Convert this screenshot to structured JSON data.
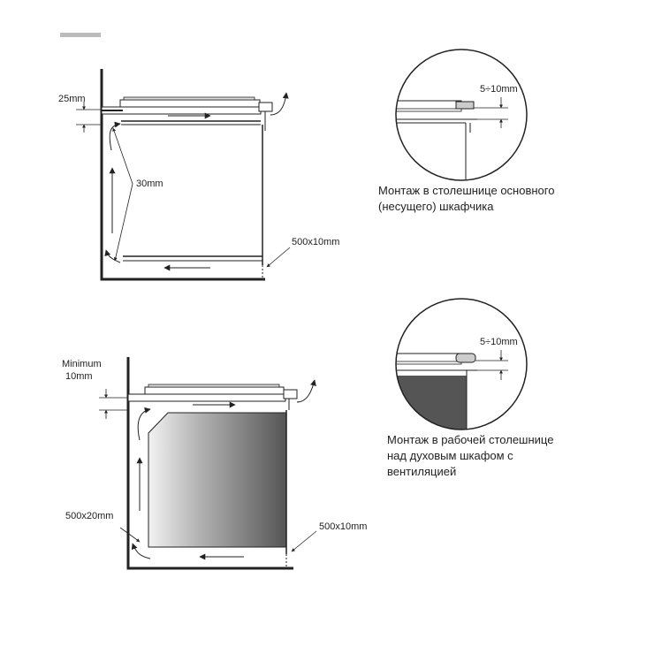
{
  "diagram1": {
    "label_gap": "25mm",
    "label_flow": "30mm",
    "label_vent": "500x10mm"
  },
  "diagram2": {
    "label_min_1": "Minimum",
    "label_min_2": "10mm",
    "label_left_vent": "500x20mm",
    "label_vent": "500x10mm"
  },
  "detail1": {
    "label_gap": "5÷10mm",
    "caption_1": "Монтаж в столешнице  основного",
    "caption_2": "(несущего) шкафчика"
  },
  "detail2": {
    "label_gap": "5÷10mm",
    "caption_1": "Монтаж в рабочей столешнице",
    "caption_2": "над духовым шкафом с",
    "caption_3": "вентиляцией"
  },
  "colors": {
    "line": "#222222",
    "oven_dark": "#555555",
    "oven_light": "#f2f2f2"
  }
}
